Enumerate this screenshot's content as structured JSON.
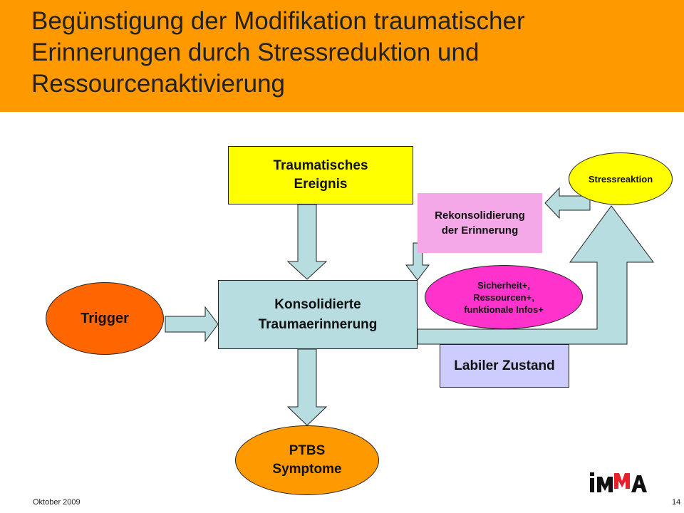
{
  "slide": {
    "title": "Begünstigung der Modifikation traumatischer Erinnerungen durch Stressreduktion und Ressourcenaktivierung",
    "footer_date": "Oktober 2009",
    "page_number": "14",
    "logo_text": "iMMA"
  },
  "nodes": {
    "traumatic_event": "Traumatisches\nEreignis",
    "consolidated_memory": "Konsolidierte\nTraumaerinnerung",
    "trigger": "Trigger",
    "ptbs": "PTBS\nSymptome",
    "labile_state": "Labiler Zustand",
    "resources": "Sicherheit+,\nRessourcen+,\nfunktionale Infos+",
    "reconsolidation": "Rekonsolidierung\nder Erinnerung",
    "stress_reaction": "Stressreaktion"
  },
  "colors": {
    "header": "#ff9900",
    "yellow": "#ffff00",
    "lightblue": "#b7dde0",
    "orange_red": "#ff6600",
    "orange": "#ff9900",
    "lavender": "#ccccff",
    "magenta": "#ff33cc",
    "pink": "#f5a8e8",
    "ellipse_yellow": "#ffff00",
    "logo_red": "#e8202a"
  }
}
